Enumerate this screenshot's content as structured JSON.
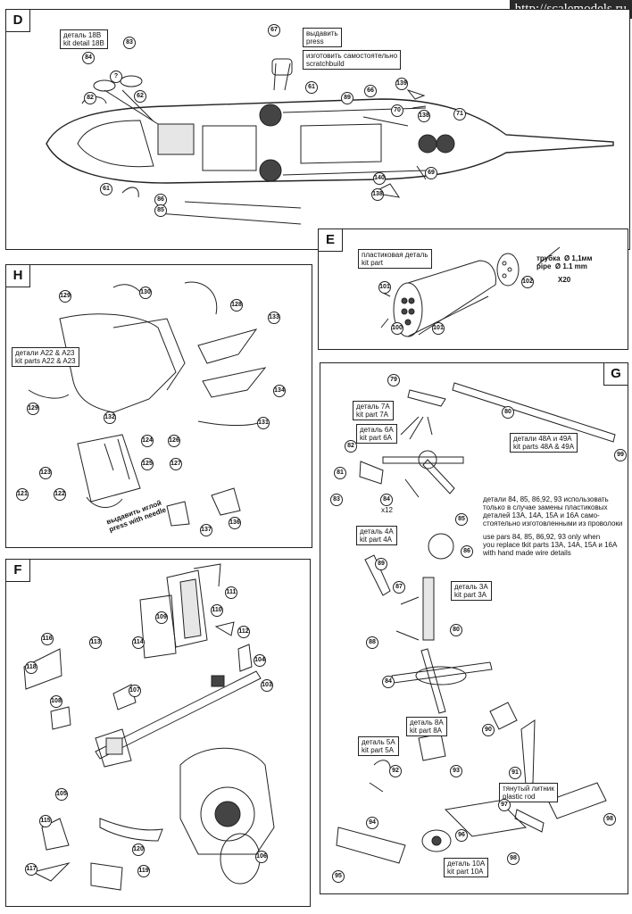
{
  "watermark": "http://scalemodels.ru",
  "panels": {
    "D": {
      "label": "D",
      "notes": {
        "kit_detail": "деталь 18В\nkit detail 18B",
        "press": "выдавить\npress",
        "scratch": "изготовить самостоятельно\nscratchbuild"
      },
      "parts": [
        "83",
        "84",
        "82",
        "62",
        "67",
        "61",
        "89",
        "66",
        "70",
        "139",
        "138",
        "71",
        "69",
        "140",
        "138",
        "86",
        "85",
        "61",
        "?"
      ]
    },
    "E": {
      "label": "E",
      "notes": {
        "plastic": "пластиковая деталь\nkit part",
        "tube": "трубка  Ø 1,1мм\npipe  Ø 1.1 mm",
        "x20": "X20"
      },
      "parts": [
        "101",
        "100",
        "101",
        "102"
      ]
    },
    "H": {
      "label": "H",
      "notes": {
        "parts_a22": "детали А22 & А23\nkit parts A22 & A23",
        "needle": "выдавить иглой\npress with needle"
      },
      "parts": [
        "129",
        "130",
        "128",
        "133",
        "134",
        "129",
        "131",
        "132",
        "124",
        "126",
        "123",
        "125",
        "127",
        "121",
        "122",
        "136",
        "137"
      ]
    },
    "G": {
      "label": "G",
      "notes": {
        "part7a": "деталь 7А\nkit part 7A",
        "part6a": "деталь 6А\nkit part 6A",
        "parts48": "детали 48А и 49А\nkit parts 48A & 49A",
        "info_ru": "детали 84, 85, 86,92, 93 использовать\nтолько в случае замены пластиковых\nдеталей 13А, 14А, 15А и 16А само-\nстоятельно изготовленными из проволоки",
        "info_en": "use pars 84, 85, 86,92, 93 only when\nyou replace tkit parts 13A, 14A, 15A и 16A\nwith hand made wire details",
        "part4a": "деталь 4А\nkit part 4A",
        "part3a": "деталь 3А\nkit part 3A",
        "part8a": "деталь 8А\nkit part 8A",
        "part5a": "деталь 5А\nkit part 5A",
        "rod": "тянутый литник\nplastic rod",
        "part10a": "деталь 10А\nkit part 10A",
        "x12": "x12"
      },
      "parts": [
        "79",
        "80",
        "99",
        "82",
        "81",
        "83",
        "84",
        "85",
        "86",
        "89",
        "87",
        "88",
        "80",
        "84",
        "90",
        "91",
        "92",
        "93",
        "97",
        "94",
        "96",
        "98",
        "95",
        "98"
      ]
    },
    "F": {
      "label": "F",
      "parts": [
        "111",
        "109",
        "110",
        "116",
        "112",
        "113",
        "114",
        "118",
        "104",
        "103",
        "108",
        "107",
        "105",
        "115",
        "120",
        "119",
        "117",
        "106"
      ]
    }
  }
}
